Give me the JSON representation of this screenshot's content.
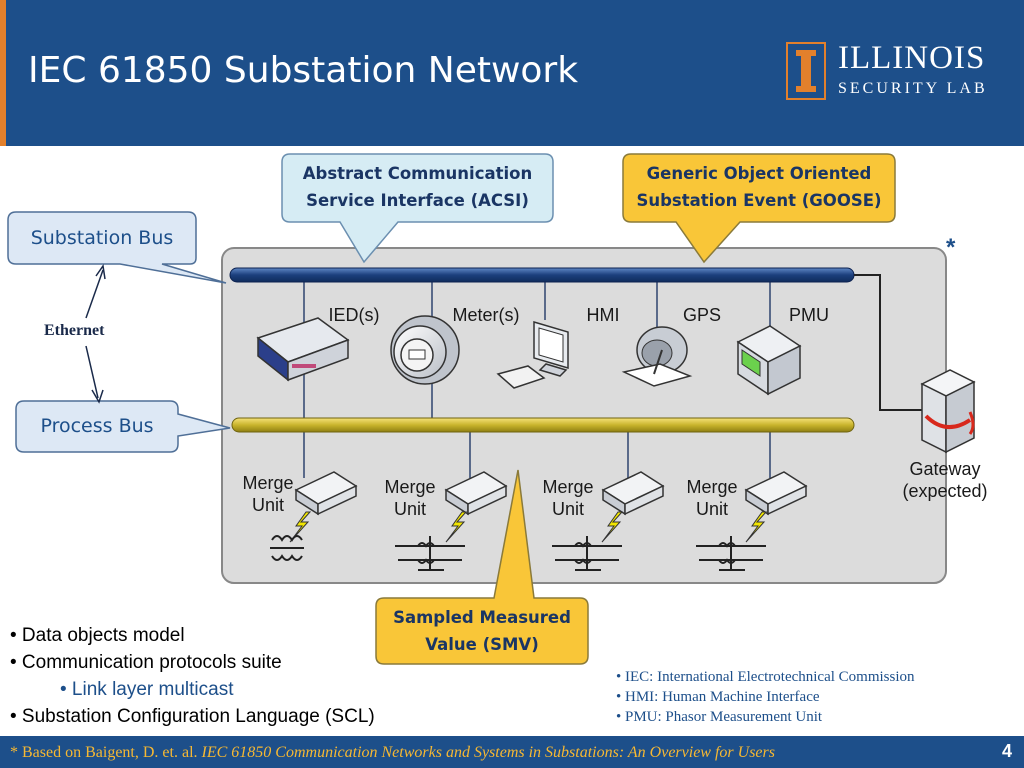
{
  "slide": {
    "title": "IEC 61850 Substation Network",
    "page_number": "4"
  },
  "logo": {
    "name": "ILLINOIS",
    "subtitle": "SECURITY LAB"
  },
  "diagram": {
    "callouts": {
      "acsi_line1": "Abstract Communication",
      "acsi_line2": "Service Interface (ACSI)",
      "goose_line1": "Generic Object Oriented",
      "goose_line2": "Substation Event (GOOSE)",
      "smv_line1": "Sampled Measured",
      "smv_line2": "Value (SMV)"
    },
    "buses": {
      "substation": "Substation Bus",
      "process": "Process Bus",
      "ethernet": "Ethernet"
    },
    "devices": [
      "IED(s)",
      "Meter(s)",
      "HMI",
      "GPS",
      "PMU"
    ],
    "merge_unit_line1": "Merge",
    "merge_unit_line2": "Unit",
    "gateway_line1": "Gateway",
    "gateway_line2": "(expected)",
    "asterisk": "*"
  },
  "bullets": {
    "item1": "• Data objects model",
    "item2": "• Communication protocols suite",
    "item2_sub": "• Link layer multicast",
    "item3": "• Substation Configuration Language (SCL)"
  },
  "glossary": {
    "iec": "• IEC: International Electrotechnical Commission",
    "hmi": "• HMI: Human Machine Interface",
    "pmu": "• PMU: Phasor Measurement Unit"
  },
  "footer": {
    "prefix": "* Based on Baigent, D. et. al. ",
    "citation": "IEC 61850 Communication Networks and Systems in Substations: An Overview for Users"
  },
  "colors": {
    "header_blue": "#1d4f8a",
    "accent_orange": "#e2802c",
    "callout_blue_fill": "#d6ecf4",
    "callout_yellow_fill": "#f9c638",
    "footer_text": "#f6b833"
  }
}
